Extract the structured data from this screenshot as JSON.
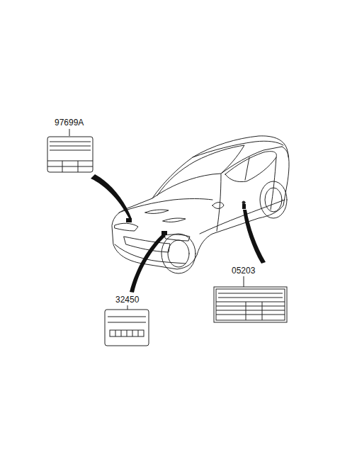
{
  "diagram": {
    "labels": [
      "97699A",
      "32450",
      "05203"
    ]
  }
}
